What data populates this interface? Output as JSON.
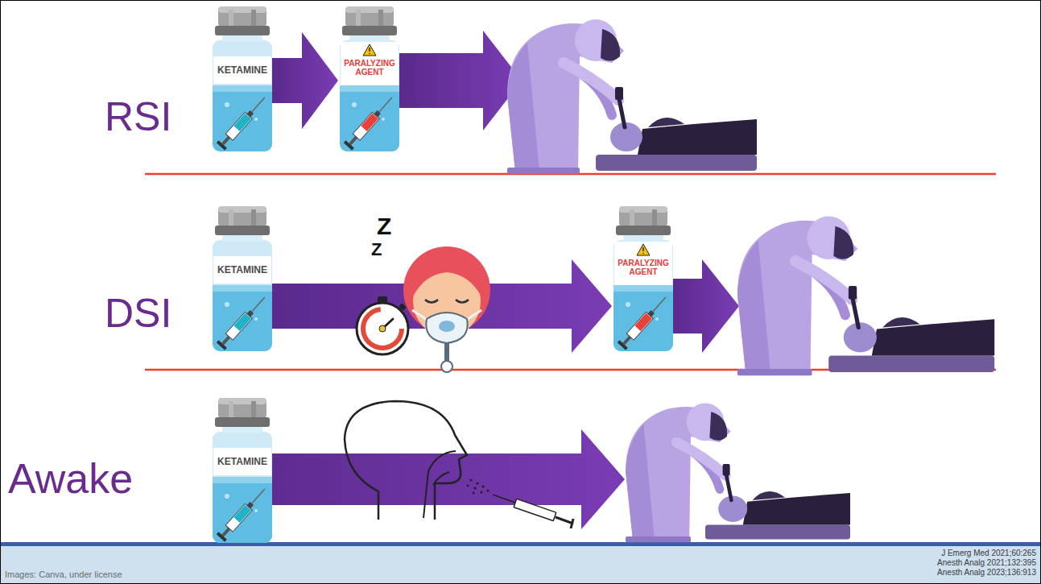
{
  "diagram": {
    "nodes": [
      {
        "text": [
          "KETAMINE"
        ]
      },
      {
        "text": [
          "PARALYZING AGENT"
        ]
      },
      {
        "text": [
          "KETAMINE"
        ]
      },
      {
        "text": [
          "PARALYZING AGENT"
        ]
      },
      {
        "text": [
          "KETAMINE"
        ]
      },
      {
        "text": [
          "Images: Canva, under license",
          "J Emerg Med 2021;60:265",
          "Anesth Analg 2021;132:395",
          "Anesth Analg 2023;136:913"
        ]
      }
    ],
    "edges": [
      {
        "from": 0,
        "to": 1,
        "arrow": "to"
      },
      {
        "from": 2,
        "to": 3,
        "arrow": "to"
      }
    ],
    "labels": [
      "RSI",
      "DSI",
      "Z",
      "Z",
      "Awake"
    ]
  }
}
